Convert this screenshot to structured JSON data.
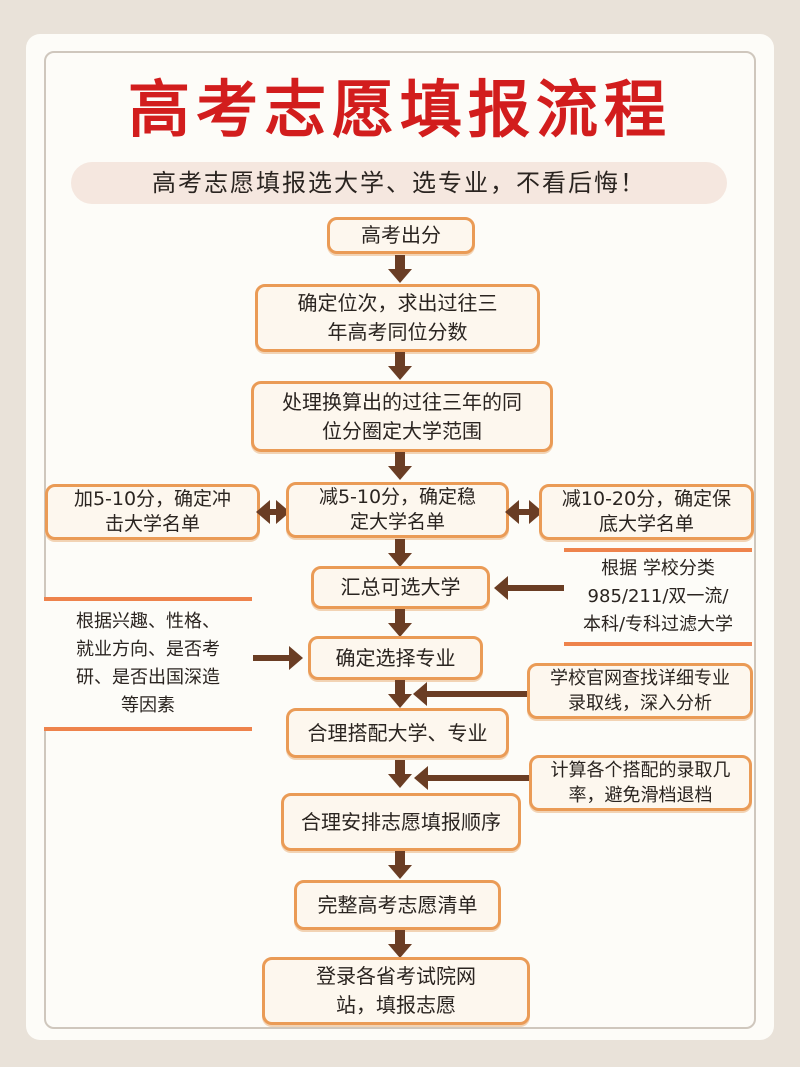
{
  "header": {
    "title": "高考志愿填报流程",
    "subtitle": "高考志愿填报选大学、选专业，不看后悔！"
  },
  "steps": {
    "s1": "高考出分",
    "s2_l1": "确定位次，求出过往三",
    "s2_l2": "年高考同位分数",
    "s3_l1": "处理换算出的过往三年的同",
    "s3_l2": "位分圈定大学范围",
    "s4_l1": "减5-10分，确定稳",
    "s4_l2": "定大学名单",
    "s5": "汇总可选大学",
    "s6": "确定选择专业",
    "s7": "合理搭配大学、专业",
    "s8": "合理安排志愿填报顺序",
    "s9": "完整高考志愿清单",
    "s10_l1": "登录各省考试院网",
    "s10_l2": "站，填报志愿"
  },
  "side": {
    "left_reach_l1": "加5-10分，确定冲",
    "left_reach_l2": "击大学名单",
    "right_safe_l1": "减10-20分，确定保",
    "right_safe_l2": "底大学名单",
    "note_classify_l1": "根据 学校分类",
    "note_classify_l2": "985/211/双一流/",
    "note_classify_l3": "本科/专科过滤大学",
    "note_interest_l1": "根据兴趣、性格、",
    "note_interest_l2": "就业方向、是否考",
    "note_interest_l3": "研、是否出国深造",
    "note_interest_l4": "等因素",
    "note_official_l1": "学校官网查找详细专业",
    "note_official_l2": "录取线，深入分析",
    "note_prob_l1": "计算各个搭配的录取几",
    "note_prob_l2": "率，避免滑档退档"
  },
  "colors": {
    "title": "#d21d1d",
    "box_border": "#ea9b56",
    "arrow": "#6a3d24",
    "note_rule": "#ee834c"
  }
}
